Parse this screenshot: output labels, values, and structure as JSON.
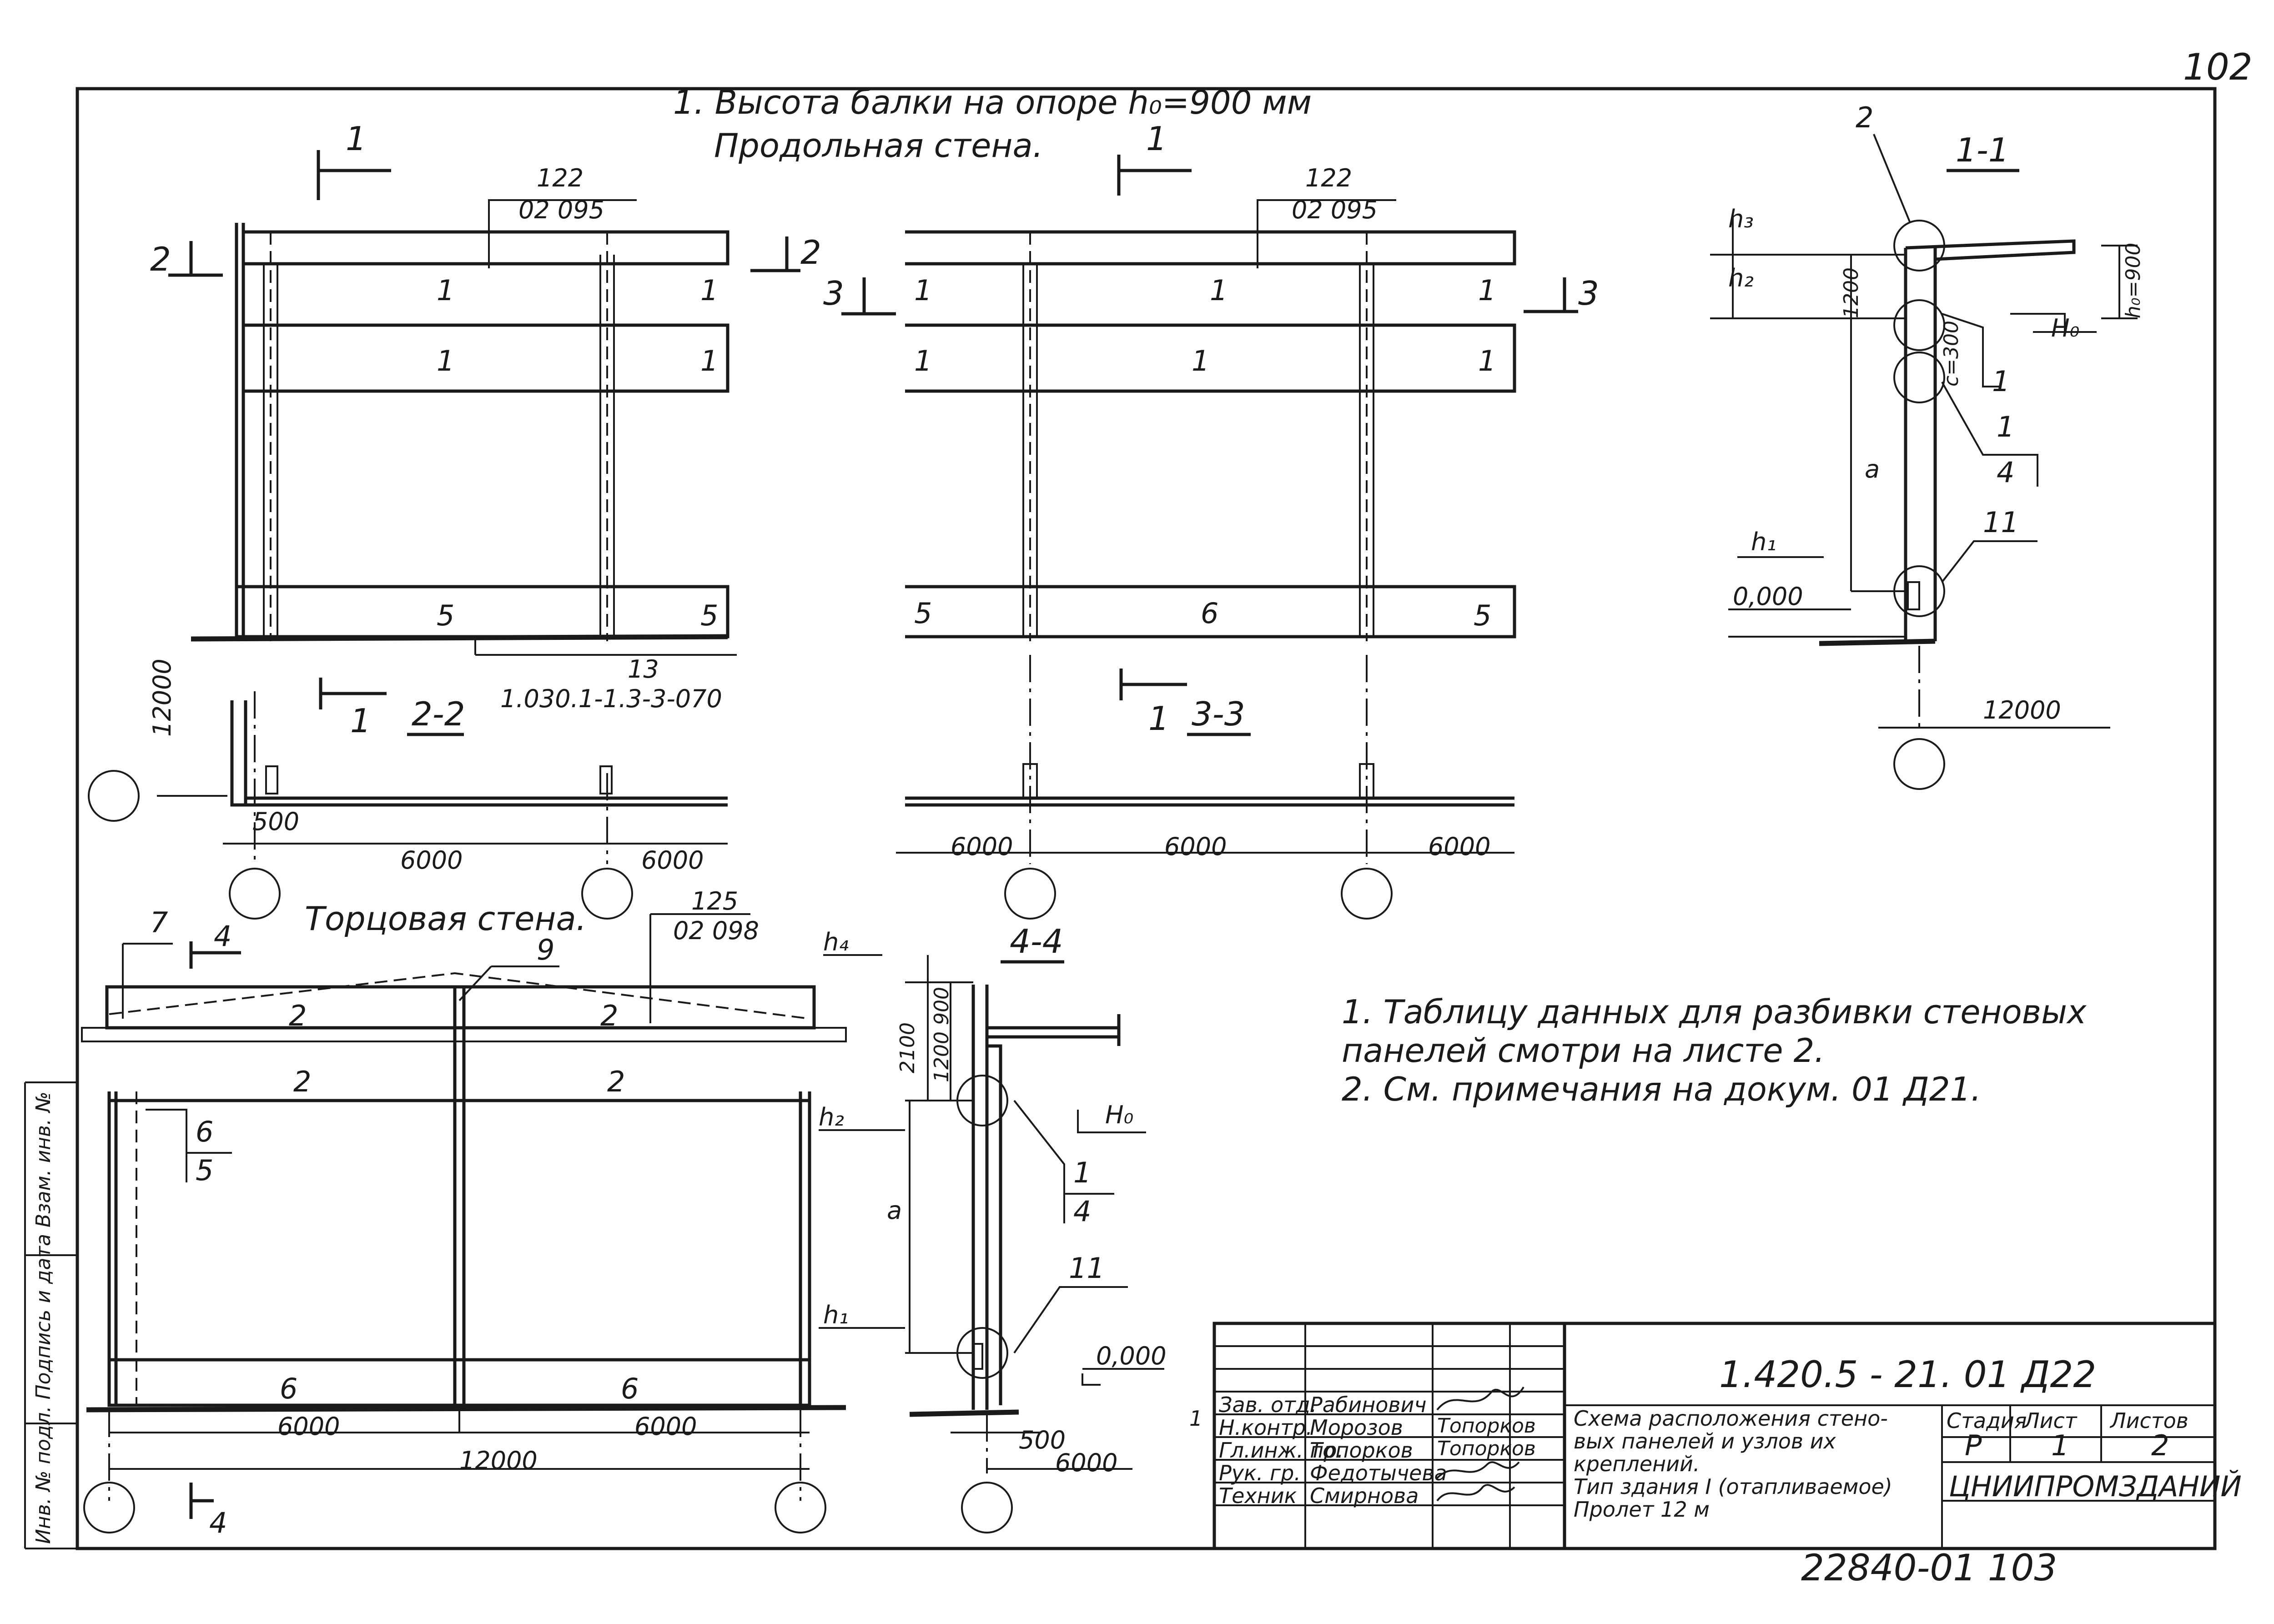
{
  "page_number": "102",
  "notes_top": {
    "line1": "1. Высота балки на опоре h₀=900 мм",
    "line2": "Продольная стена."
  },
  "end_wall_title": "Торцовая стена.",
  "section_titles": {
    "s1_1": "1-1",
    "s2_2": "2-2",
    "s3_3": "3-3",
    "s4_4": "4-4"
  },
  "cut_marks": {
    "one": "1",
    "two": "2",
    "three": "3",
    "four": "4"
  },
  "refs": {
    "a_top": "122",
    "a_bot": "02 095",
    "b_top": "122",
    "b_bot": "02 095",
    "c_top": "125",
    "c_bot": "02 098",
    "d_top": "13",
    "d_bot": "1.030.1-1.3-3-070"
  },
  "panel_marks": {
    "p1": "1",
    "p2": "2",
    "p4": "4",
    "p5": "5",
    "p6": "6",
    "p7": "7",
    "p9": "9",
    "p11": "11"
  },
  "dims": {
    "d500": "500",
    "d6000": "6000",
    "d12000": "12000",
    "d1200": "1200",
    "d2100": "2100",
    "d1200_900": "1200 900",
    "h0_900": "h₀=900",
    "c_300": "c=300",
    "zero": "0,000",
    "h1": "h₁",
    "h2": "h₂",
    "h3": "h₃",
    "h4": "h₄",
    "H0": "H₀",
    "a": "a"
  },
  "notes_right": {
    "line1": "1. Таблицу данных для разбивки стеновых",
    "line2": "панелей смотри на листе 2.",
    "line3": "2. См. примечания на докум. 01 Д21."
  },
  "side_stamp": "Инв. № подл.  Подпись и дата  Взам. инв. №",
  "title_block": {
    "doc_code": "1.420.5 - 21. 01 Д22",
    "rev_mark": "1",
    "roles": [
      "Зав. отд.",
      "Н.контр.",
      "Гл.инж. пр.",
      "Рук. гр.",
      "Техник"
    ],
    "names": [
      "Рабинович",
      "Морозов",
      "Топорков",
      "Федотычева",
      "Смирнова"
    ],
    "signs": [
      "",
      "Топорков",
      "Топорков",
      "",
      ""
    ],
    "description": [
      "Схема расположения стено-",
      "вых панелей и узлов их",
      "креплений.",
      "Тип здания I (отапливаемое)",
      "Пролет 12 м"
    ],
    "stage_label": "Стадия",
    "sheet_label": "Лист",
    "sheets_label": "Листов",
    "stage": "Р",
    "sheet": "1",
    "sheets": "2",
    "org": "ЦНИИПРОМЗДАНИЙ"
  },
  "bottom_numbers": "22840-01   103"
}
